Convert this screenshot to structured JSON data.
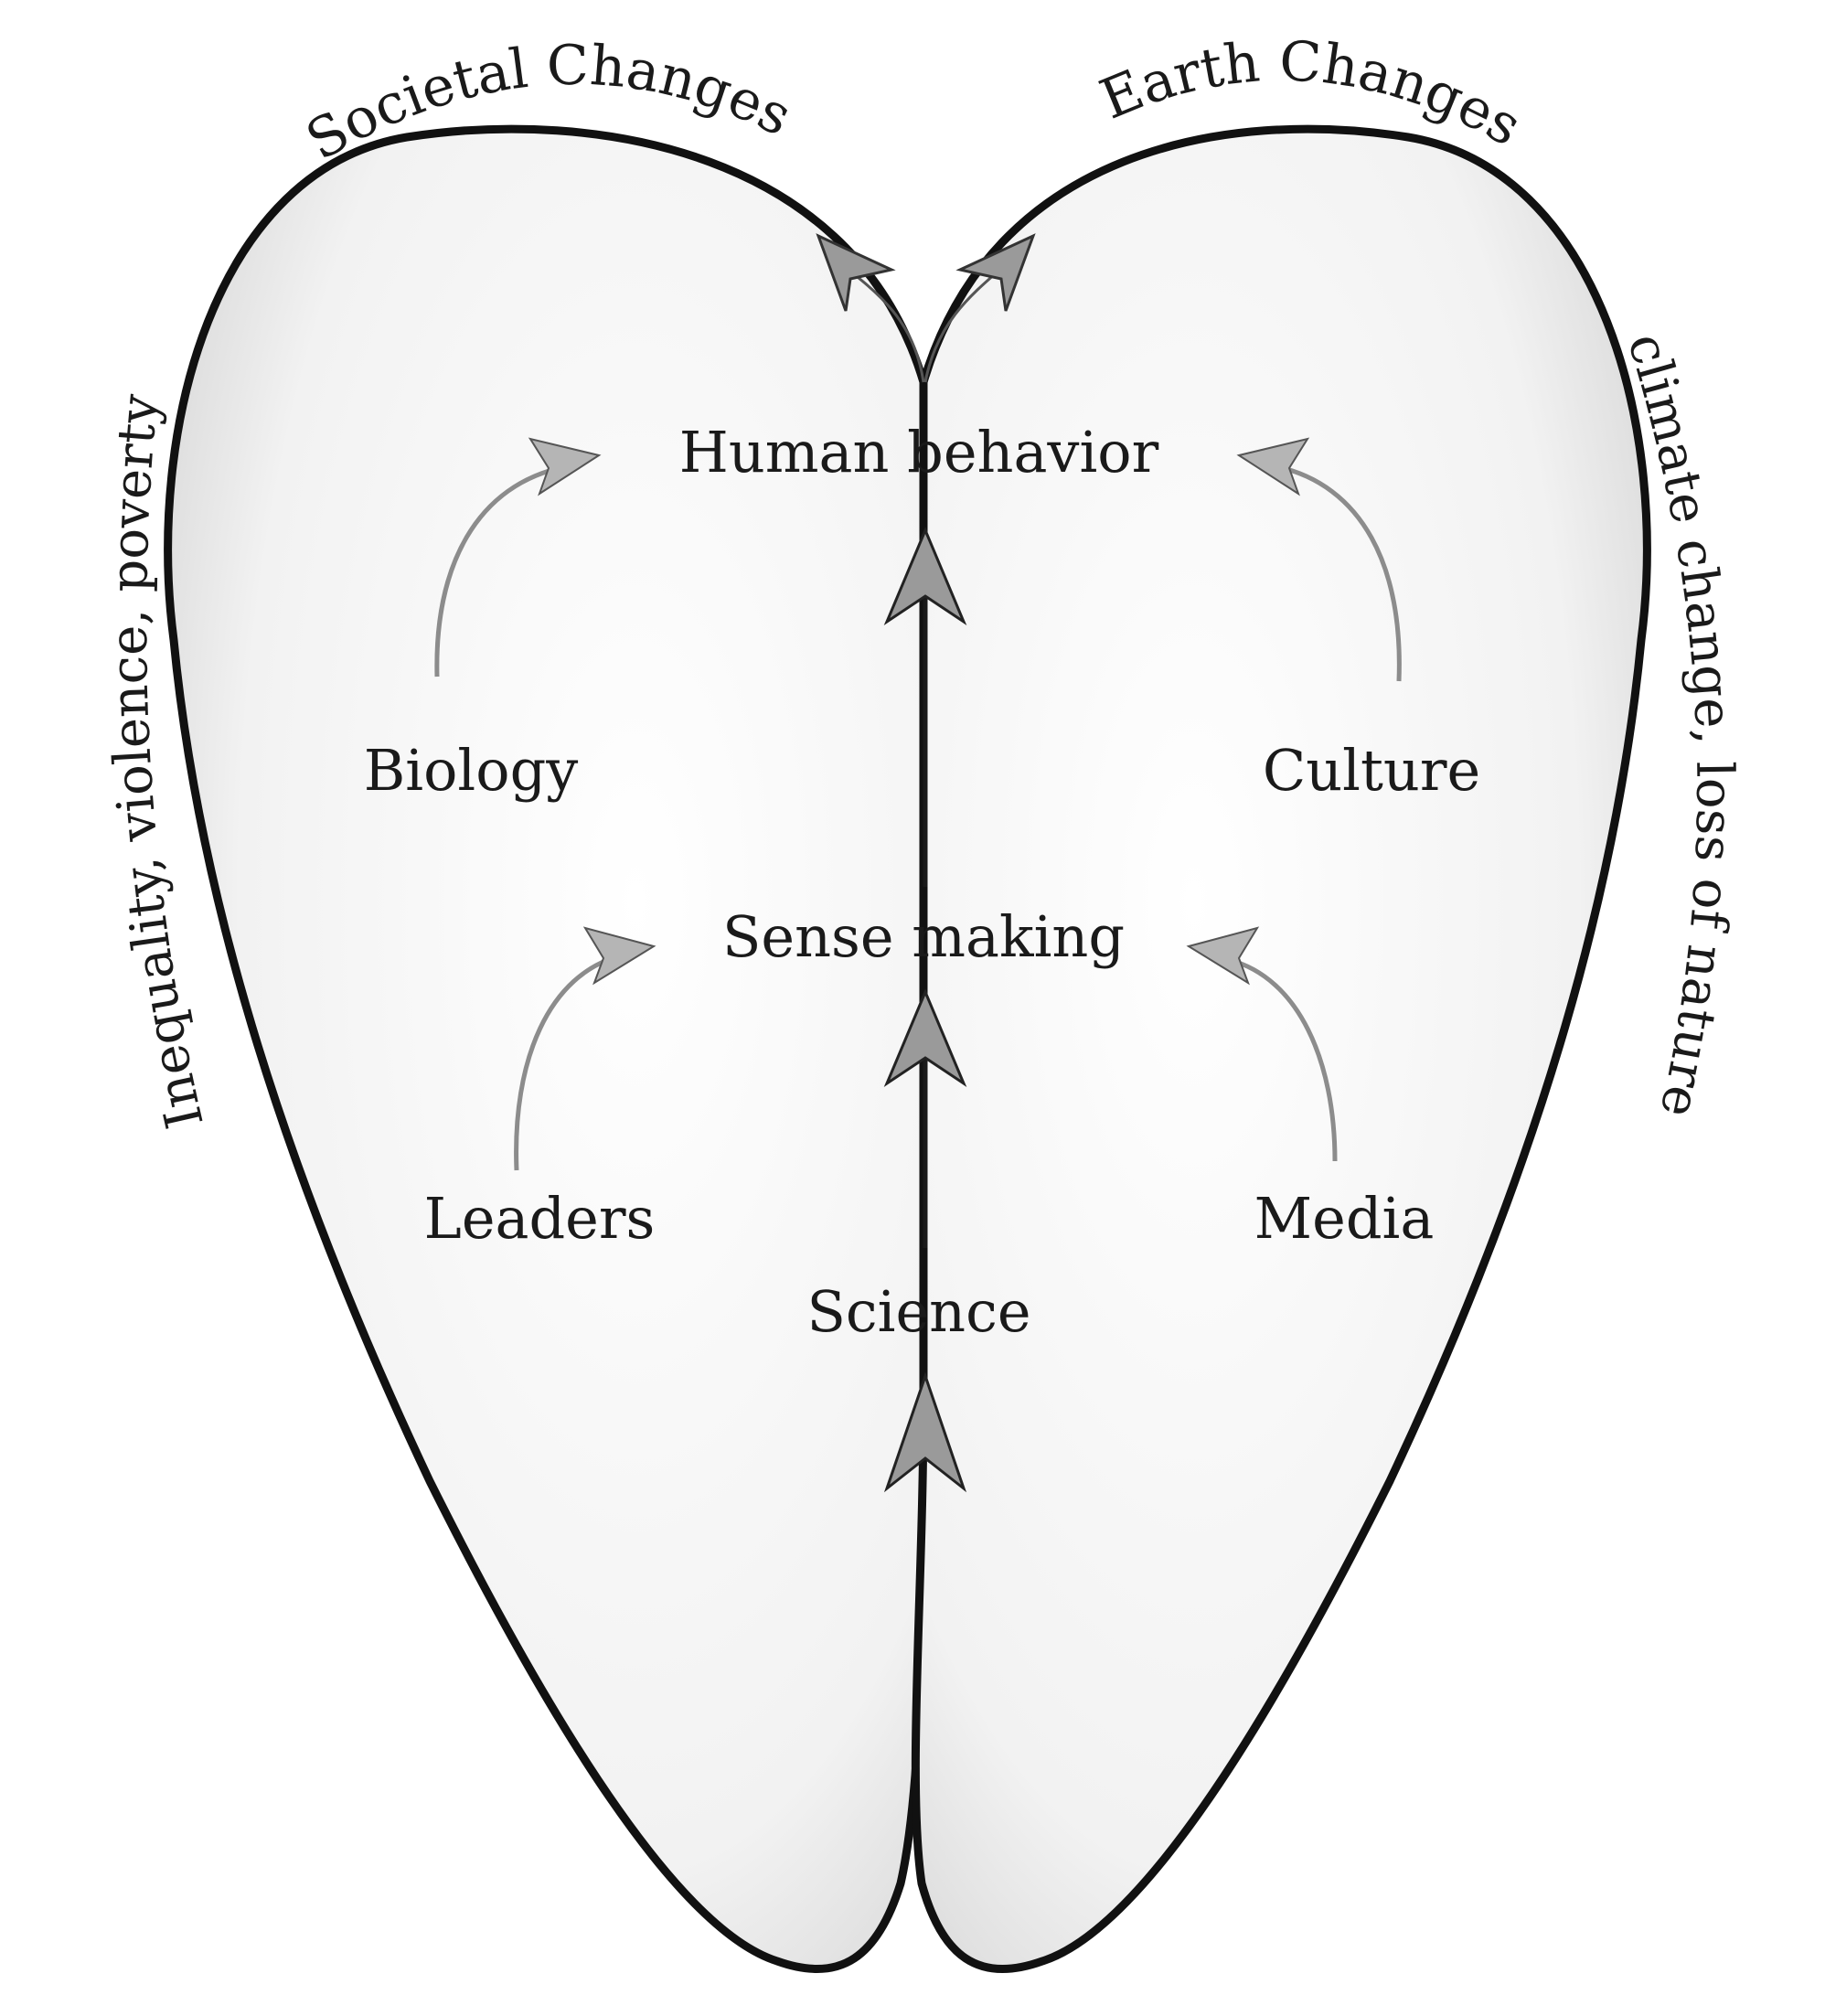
{
  "top_labels": {
    "left": "Societal Changes",
    "right": "Earth Changes"
  },
  "side_labels": {
    "left": "Inequality, violence, poverty",
    "right": "climate change, loss of nature"
  },
  "nodes": {
    "human_behavior": "Human behavior",
    "biology": "Biology",
    "culture": "Culture",
    "sense_making": "Sense making",
    "leaders": "Leaders",
    "media": "Media",
    "science": "Science"
  },
  "colors": {
    "outline": "#111111",
    "fill_light": "#ffffff",
    "fill_shade": "#d2d2d2",
    "arrow_dark": "#1a1a1a",
    "arrow_grey": "#8c8c8c",
    "arrowhead": "#9a9a9a"
  }
}
